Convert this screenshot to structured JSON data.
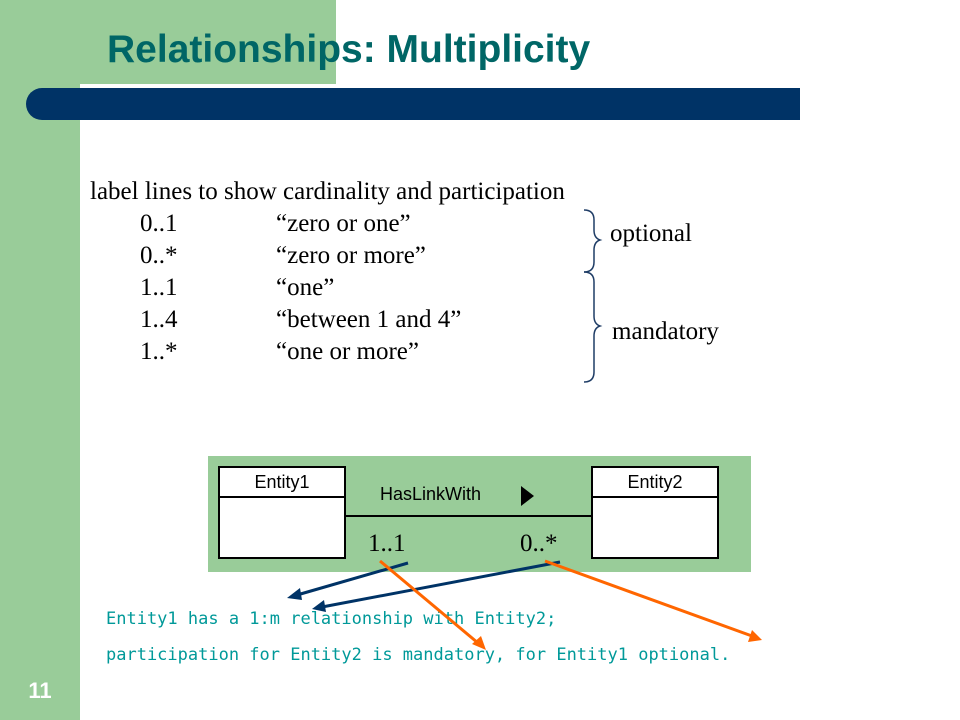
{
  "title": "Relationships: Multiplicity",
  "slide_number": "11",
  "intro": "label lines to show cardinality and participation",
  "rows": [
    {
      "code": "0..1",
      "meaning": "“zero or one”"
    },
    {
      "code": "0..*",
      "meaning": "“zero or more”"
    },
    {
      "code": "1..1",
      "meaning": "“one”"
    },
    {
      "code": "1..4",
      "meaning": "“between 1 and 4”"
    },
    {
      "code": "1..*",
      "meaning": "“one or more”"
    }
  ],
  "groups": {
    "optional": "optional",
    "mandatory": "mandatory"
  },
  "diagram": {
    "entity1": "Entity1",
    "entity2": "Entity2",
    "relationship": "HasLinkWith",
    "mult_left": "1..1",
    "mult_right": "0..*"
  },
  "note": {
    "line1": "Entity1 has a 1:m relationship with Entity2;",
    "line2": "participation for Entity2 is mandatory, for Entity1 optional."
  },
  "colors": {
    "green": "#99cc99",
    "navy": "#003366",
    "title": "#006666",
    "note": "#009999",
    "arrow_orange": "#ff6600",
    "arrow_navy": "#003366"
  }
}
